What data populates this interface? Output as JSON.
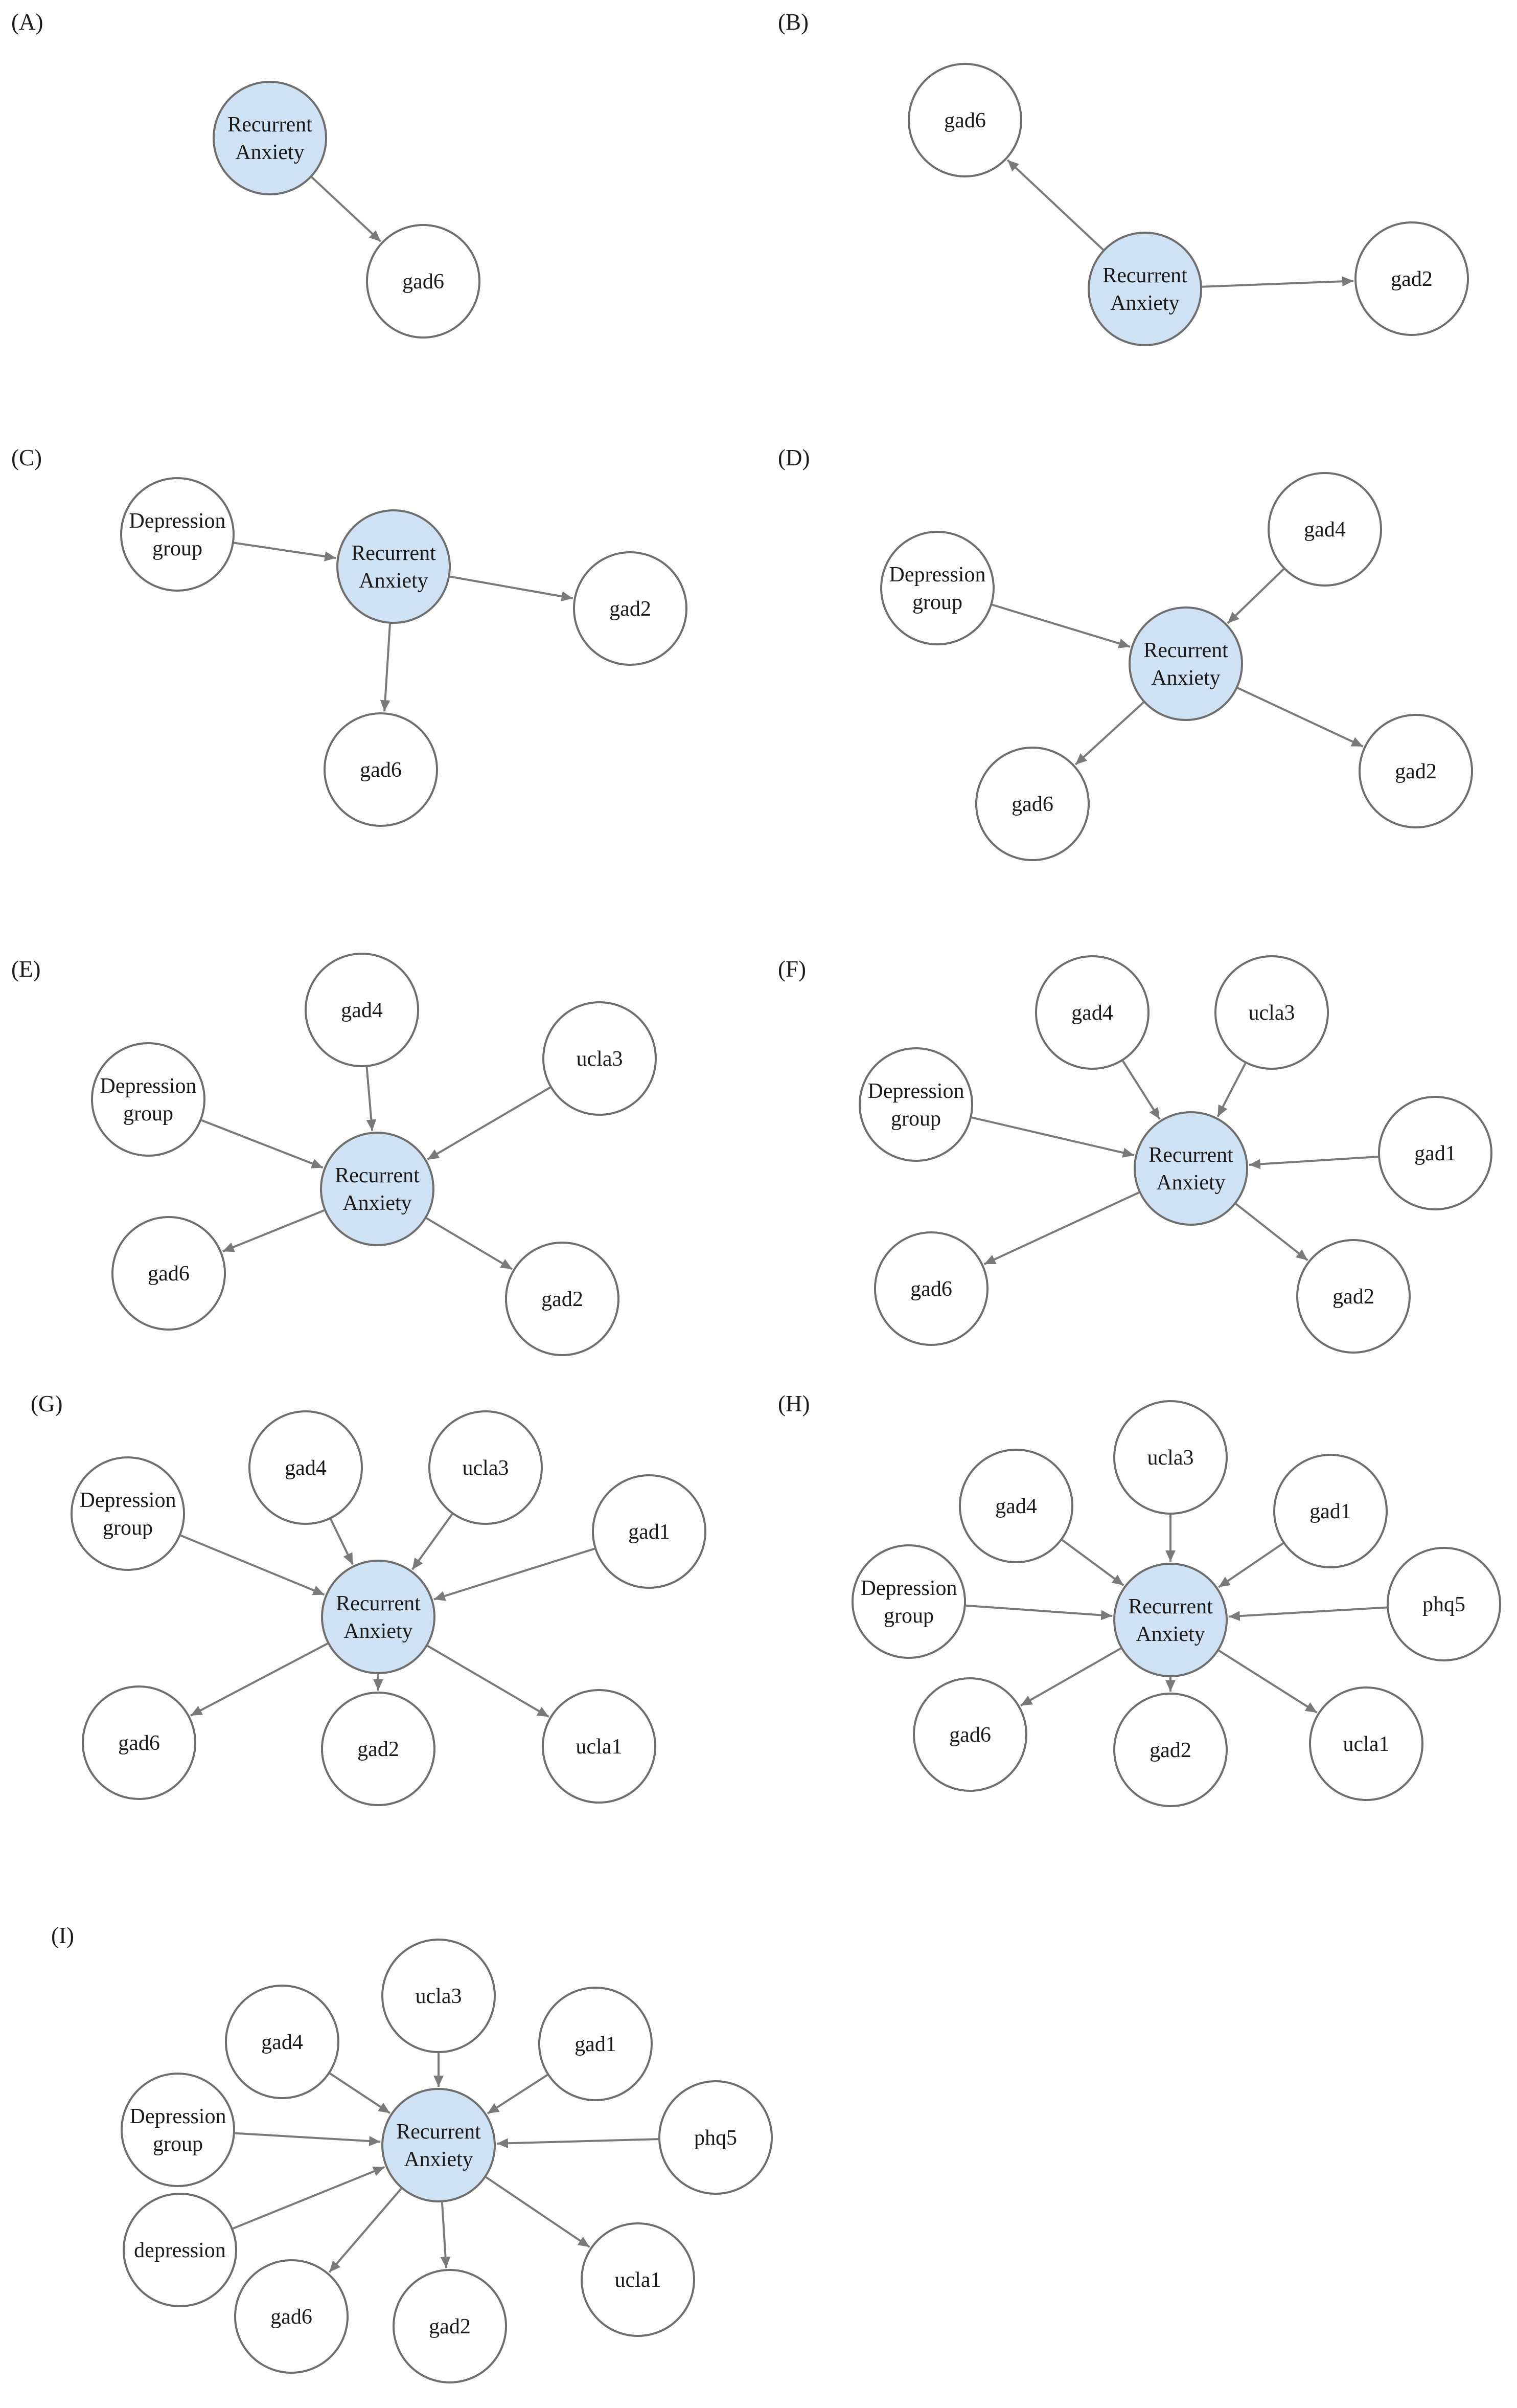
{
  "colors": {
    "center_fill": "#cfe2f3",
    "node_fill": "#ffffff",
    "node_stroke": "#6e6e6e",
    "edge": "#7a7a7a"
  },
  "panels": [
    {
      "label": "(A)",
      "nodes": [
        {
          "id": "RA",
          "lines": [
            "Recurrent",
            "Anxiety"
          ],
          "center": true
        },
        {
          "id": "gad6",
          "lines": [
            "gad6"
          ]
        }
      ],
      "edges": [
        [
          "RA",
          "gad6"
        ]
      ]
    },
    {
      "label": "(B)",
      "nodes": [
        {
          "id": "gad6",
          "lines": [
            "gad6"
          ]
        },
        {
          "id": "RA",
          "lines": [
            "Recurrent",
            "Anxiety"
          ],
          "center": true
        },
        {
          "id": "gad2",
          "lines": [
            "gad2"
          ]
        }
      ],
      "edges": [
        [
          "RA",
          "gad6"
        ],
        [
          "RA",
          "gad2"
        ]
      ]
    },
    {
      "label": "(C)",
      "nodes": [
        {
          "id": "dep",
          "lines": [
            "Depression",
            "group"
          ]
        },
        {
          "id": "RA",
          "lines": [
            "Recurrent",
            "Anxiety"
          ],
          "center": true
        },
        {
          "id": "gad2",
          "lines": [
            "gad2"
          ]
        },
        {
          "id": "gad6",
          "lines": [
            "gad6"
          ]
        }
      ],
      "edges": [
        [
          "dep",
          "RA"
        ],
        [
          "RA",
          "gad2"
        ],
        [
          "RA",
          "gad6"
        ]
      ]
    },
    {
      "label": "(D)",
      "nodes": [
        {
          "id": "dep",
          "lines": [
            "Depression",
            "group"
          ]
        },
        {
          "id": "gad4",
          "lines": [
            "gad4"
          ]
        },
        {
          "id": "RA",
          "lines": [
            "Recurrent",
            "Anxiety"
          ],
          "center": true
        },
        {
          "id": "gad6",
          "lines": [
            "gad6"
          ]
        },
        {
          "id": "gad2",
          "lines": [
            "gad2"
          ]
        }
      ],
      "edges": [
        [
          "dep",
          "RA"
        ],
        [
          "gad4",
          "RA"
        ],
        [
          "RA",
          "gad6"
        ],
        [
          "RA",
          "gad2"
        ]
      ]
    },
    {
      "label": "(E)",
      "nodes": [
        {
          "id": "gad4",
          "lines": [
            "gad4"
          ]
        },
        {
          "id": "dep",
          "lines": [
            "Depression",
            "group"
          ]
        },
        {
          "id": "ucla3",
          "lines": [
            "ucla3"
          ]
        },
        {
          "id": "RA",
          "lines": [
            "Recurrent",
            "Anxiety"
          ],
          "center": true
        },
        {
          "id": "gad6",
          "lines": [
            "gad6"
          ]
        },
        {
          "id": "gad2",
          "lines": [
            "gad2"
          ]
        }
      ],
      "edges": [
        [
          "dep",
          "RA"
        ],
        [
          "gad4",
          "RA"
        ],
        [
          "ucla3",
          "RA"
        ],
        [
          "RA",
          "gad6"
        ],
        [
          "RA",
          "gad2"
        ]
      ]
    },
    {
      "label": "(F)",
      "nodes": [
        {
          "id": "gad4",
          "lines": [
            "gad4"
          ]
        },
        {
          "id": "ucla3",
          "lines": [
            "ucla3"
          ]
        },
        {
          "id": "dep",
          "lines": [
            "Depression",
            "group"
          ]
        },
        {
          "id": "RA",
          "lines": [
            "Recurrent",
            "Anxiety"
          ],
          "center": true
        },
        {
          "id": "gad1",
          "lines": [
            "gad1"
          ]
        },
        {
          "id": "gad6",
          "lines": [
            "gad6"
          ]
        },
        {
          "id": "gad2",
          "lines": [
            "gad2"
          ]
        }
      ],
      "edges": [
        [
          "dep",
          "RA"
        ],
        [
          "gad4",
          "RA"
        ],
        [
          "ucla3",
          "RA"
        ],
        [
          "gad1",
          "RA"
        ],
        [
          "RA",
          "gad6"
        ],
        [
          "RA",
          "gad2"
        ]
      ]
    },
    {
      "label": "(G)",
      "nodes": [
        {
          "id": "gad4",
          "lines": [
            "gad4"
          ]
        },
        {
          "id": "ucla3",
          "lines": [
            "ucla3"
          ]
        },
        {
          "id": "dep",
          "lines": [
            "Depression",
            "group"
          ]
        },
        {
          "id": "gad1",
          "lines": [
            "gad1"
          ]
        },
        {
          "id": "RA",
          "lines": [
            "Recurrent",
            "Anxiety"
          ],
          "center": true
        },
        {
          "id": "gad6",
          "lines": [
            "gad6"
          ]
        },
        {
          "id": "gad2",
          "lines": [
            "gad2"
          ]
        },
        {
          "id": "ucla1",
          "lines": [
            "ucla1"
          ]
        }
      ],
      "edges": [
        [
          "dep",
          "RA"
        ],
        [
          "gad4",
          "RA"
        ],
        [
          "ucla3",
          "RA"
        ],
        [
          "gad1",
          "RA"
        ],
        [
          "RA",
          "gad6"
        ],
        [
          "RA",
          "gad2"
        ],
        [
          "RA",
          "ucla1"
        ]
      ]
    },
    {
      "label": "(H)",
      "nodes": [
        {
          "id": "ucla3",
          "lines": [
            "ucla3"
          ]
        },
        {
          "id": "gad4",
          "lines": [
            "gad4"
          ]
        },
        {
          "id": "gad1",
          "lines": [
            "gad1"
          ]
        },
        {
          "id": "dep",
          "lines": [
            "Depression",
            "group"
          ]
        },
        {
          "id": "RA",
          "lines": [
            "Recurrent",
            "Anxiety"
          ],
          "center": true
        },
        {
          "id": "phq5",
          "lines": [
            "phq5"
          ]
        },
        {
          "id": "gad6",
          "lines": [
            "gad6"
          ]
        },
        {
          "id": "gad2",
          "lines": [
            "gad2"
          ]
        },
        {
          "id": "ucla1",
          "lines": [
            "ucla1"
          ]
        }
      ],
      "edges": [
        [
          "dep",
          "RA"
        ],
        [
          "gad4",
          "RA"
        ],
        [
          "ucla3",
          "RA"
        ],
        [
          "gad1",
          "RA"
        ],
        [
          "phq5",
          "RA"
        ],
        [
          "RA",
          "gad6"
        ],
        [
          "RA",
          "gad2"
        ],
        [
          "RA",
          "ucla1"
        ]
      ]
    },
    {
      "label": "(I)",
      "nodes": [
        {
          "id": "ucla3",
          "lines": [
            "ucla3"
          ]
        },
        {
          "id": "gad4",
          "lines": [
            "gad4"
          ]
        },
        {
          "id": "gad1",
          "lines": [
            "gad1"
          ]
        },
        {
          "id": "dep",
          "lines": [
            "Depression",
            "group"
          ]
        },
        {
          "id": "RA",
          "lines": [
            "Recurrent",
            "Anxiety"
          ],
          "center": true
        },
        {
          "id": "phq5",
          "lines": [
            "phq5"
          ]
        },
        {
          "id": "depression",
          "lines": [
            "depression"
          ]
        },
        {
          "id": "ucla1",
          "lines": [
            "ucla1"
          ]
        },
        {
          "id": "gad6",
          "lines": [
            "gad6"
          ]
        },
        {
          "id": "gad2",
          "lines": [
            "gad2"
          ]
        }
      ],
      "edges": [
        [
          "dep",
          "RA"
        ],
        [
          "depression",
          "RA"
        ],
        [
          "gad4",
          "RA"
        ],
        [
          "ucla3",
          "RA"
        ],
        [
          "gad1",
          "RA"
        ],
        [
          "phq5",
          "RA"
        ],
        [
          "RA",
          "gad6"
        ],
        [
          "RA",
          "gad2"
        ],
        [
          "RA",
          "ucla1"
        ]
      ]
    }
  ]
}
